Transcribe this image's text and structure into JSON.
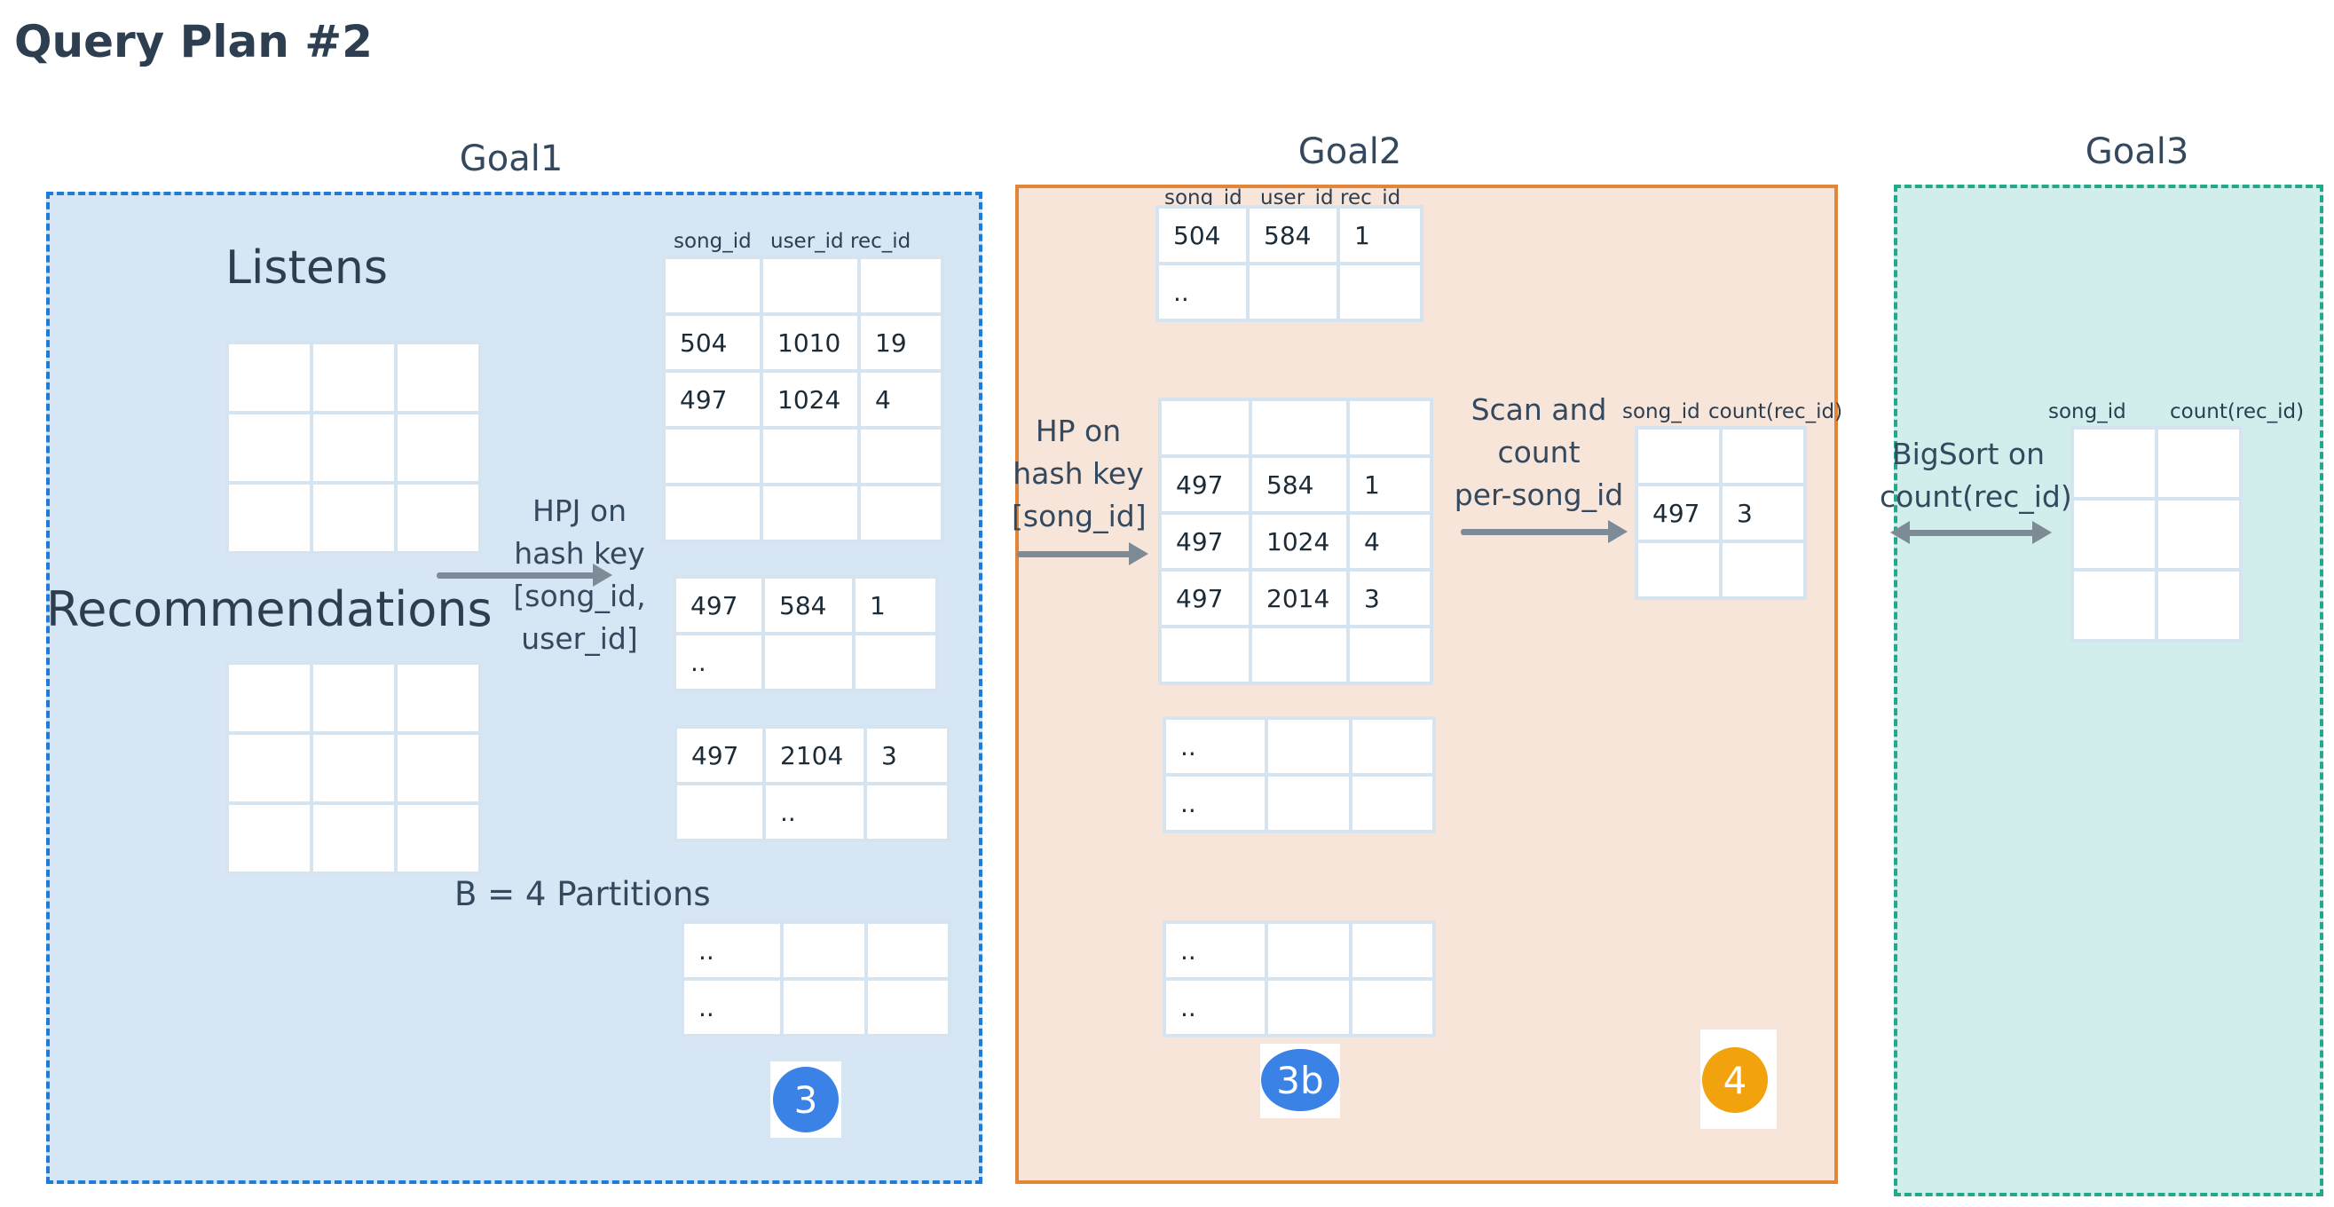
{
  "title": "Query Plan #2",
  "goals": {
    "goal1": "Goal1",
    "goal2": "Goal2",
    "goal3": "Goal3"
  },
  "goal1": {
    "listens_label": "Listens",
    "recommendations_label": "Recommendations",
    "hpj_note": [
      "HPJ on",
      "hash key",
      "[song_id,",
      "user_id]"
    ],
    "partitions_label": "B = 4 Partitions",
    "headers": [
      "song_id",
      "user_id",
      "rec_id"
    ],
    "partition_1_rows": [
      [
        "",
        "",
        ""
      ],
      [
        "504",
        "1010",
        "19"
      ],
      [
        "497",
        "1024",
        "4"
      ],
      [
        "",
        "",
        ""
      ],
      [
        "",
        "",
        ""
      ]
    ],
    "partition_2_rows": [
      [
        "497",
        "584",
        "1"
      ],
      [
        "..",
        "",
        ""
      ]
    ],
    "partition_3_rows": [
      [
        "497",
        "2104",
        "3"
      ],
      [
        "",
        "..",
        ""
      ]
    ],
    "partition_4_rows": [
      [
        "..",
        "",
        ""
      ],
      [
        "..",
        "",
        ""
      ]
    ],
    "badge": "3"
  },
  "goal2": {
    "hp_note": [
      "HP on",
      "hash key",
      "[song_id]"
    ],
    "scan_note": [
      "Scan and",
      "count",
      "per-song_id"
    ],
    "headers": [
      "song_id",
      "user_id",
      "rec_id"
    ],
    "partition_a_rows": [
      [
        "504",
        "584",
        "1"
      ],
      [
        "..",
        "",
        ""
      ]
    ],
    "partition_b_rows": [
      [
        "",
        "",
        ""
      ],
      [
        "497",
        "584",
        "1"
      ],
      [
        "497",
        "1024",
        "4"
      ],
      [
        "497",
        "2014",
        "3"
      ],
      [
        "",
        "",
        ""
      ]
    ],
    "partition_c_rows": [
      [
        "..",
        "",
        ""
      ],
      [
        "..",
        "",
        ""
      ]
    ],
    "partition_d_rows": [
      [
        "..",
        "",
        ""
      ],
      [
        "..",
        "",
        ""
      ]
    ],
    "count_headers": [
      "song_id",
      "count(rec_id)"
    ],
    "count_rows": [
      [
        "",
        ""
      ],
      [
        "497",
        "3"
      ],
      [
        "",
        ""
      ]
    ],
    "badge_3b": "3b",
    "badge_4": "4"
  },
  "goal3": {
    "bigsort_note": [
      "BigSort on",
      "count(rec_id)"
    ],
    "headers": [
      "song_id",
      "count(rec_id)"
    ],
    "rows": [
      [
        "",
        ""
      ],
      [
        "",
        ""
      ],
      [
        "",
        ""
      ]
    ]
  },
  "colors": {
    "goal1_fill": "#d6e6f5",
    "goal1_border": "#1f7bd8",
    "goal2_fill": "#f8e5da",
    "goal2_border": "#e38539",
    "goal3_fill": "#d1eeec",
    "goal3_border": "#22a98a",
    "badge_blue": "#3b82e6",
    "badge_orange": "#f2a20d"
  }
}
